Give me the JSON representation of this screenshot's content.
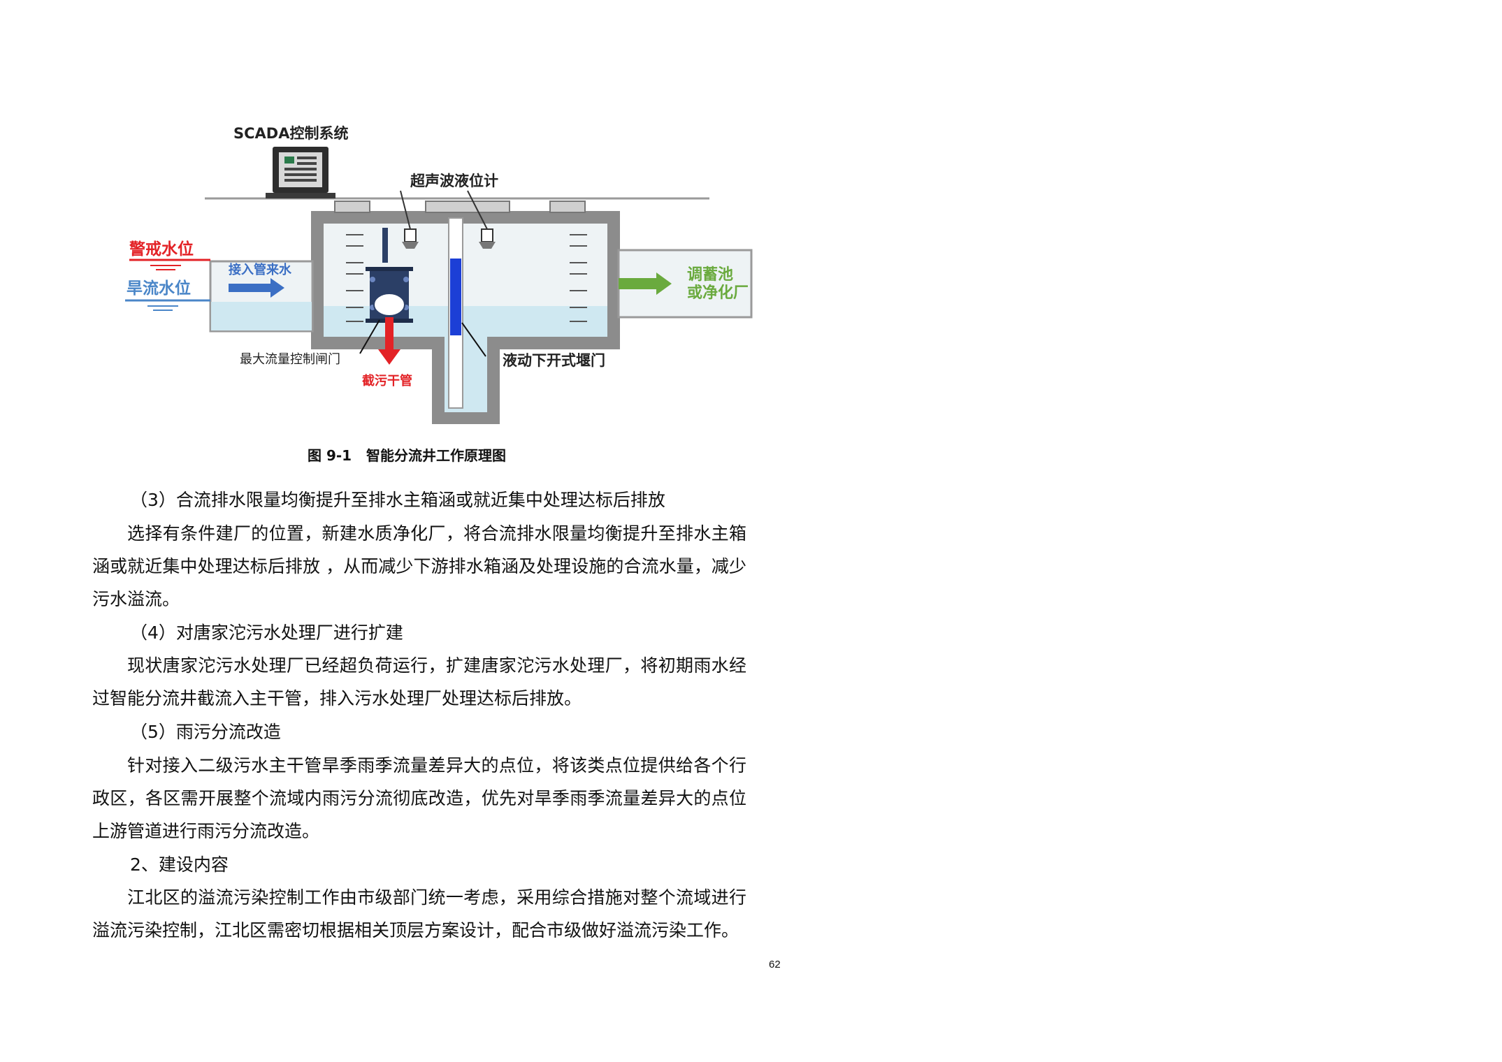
{
  "figure": {
    "labels": {
      "scada": "SCADA控制系统",
      "ultrasonic": "超声波液位计",
      "warning_level": "警戒水位",
      "dry_level": "旱流水位",
      "inflow": "接入管来水",
      "storage": "调蓄池",
      "purify": "或净化厂",
      "max_gate": "最大流量控制闸门",
      "intercept": "截污干管",
      "weir": "液动下开式堰门"
    },
    "colors": {
      "warning_red": "#e32226",
      "dry_blue": "#4a86c8",
      "arrow_blue": "#3b6fc4",
      "arrow_green": "#6aaa3e",
      "weir_blue": "#1c3fd6",
      "wall_gray": "#8a8a8a",
      "water": "#cfe8f1"
    },
    "caption": "图 9-1   智能分流井工作原理图"
  },
  "sections": [
    {
      "type": "heading",
      "text": "（3）合流排水限量均衡提升至排水主箱涵或就近集中处理达标后排放"
    },
    {
      "type": "body",
      "text": "选择有条件建厂的位置，新建水质净化厂，将合流排水限量均衡提升至排水主箱涵或就近集中处理达标后排放 ，从而减少下游排水箱涵及处理设施的合流水量，减少污水溢流。"
    },
    {
      "type": "heading",
      "text": "（4）对唐家沱污水处理厂进行扩建"
    },
    {
      "type": "body",
      "text": "现状唐家沱污水处理厂已经超负荷运行，扩建唐家沱污水处理厂，将初期雨水经过智能分流井截流入主干管，排入污水处理厂处理达标后排放。"
    },
    {
      "type": "heading",
      "text": "（5）雨污分流改造"
    },
    {
      "type": "body",
      "text": "针对接入二级污水主干管旱季雨季流量差异大的点位，将该类点位提供给各个行政区，各区需开展整个流域内雨污分流彻底改造，优先对旱季雨季流量差异大的点位上游管道进行雨污分流改造。"
    },
    {
      "type": "heading",
      "text": "2、建设内容"
    },
    {
      "type": "body",
      "text": "江北区的溢流污染控制工作由市级部门统一考虑，采用综合措施对整个流域进行溢流污染控制，江北区需密切根据相关顶层方案设计，配合市级做好溢流污染工作。"
    }
  ],
  "page_number": "62"
}
